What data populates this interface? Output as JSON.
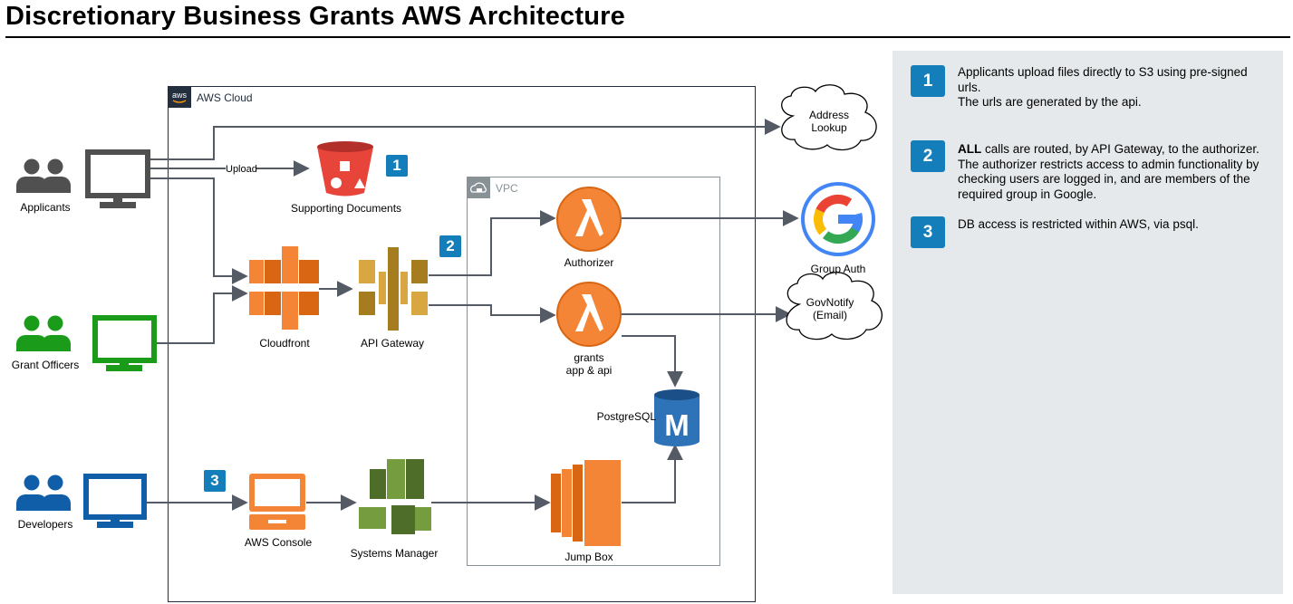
{
  "title": "Discretionary Business Grants AWS Architecture",
  "groups": {
    "aws_cloud": "AWS Cloud",
    "vpc": "VPC"
  },
  "actors": {
    "applicants": "Applicants",
    "grant_officers": "Grant Officers",
    "developers": "Developers"
  },
  "services": {
    "supporting_documents": "Supporting Documents",
    "cloudfront": "Cloudfront",
    "api_gateway": "API Gateway",
    "authorizer": "Authorizer",
    "grants_app_line1": "grants",
    "grants_app_line2": "app & api",
    "postgresql": "PostgreSQL",
    "aws_console": "AWS Console",
    "systems_manager": "Systems Manager",
    "jump_box": "Jump Box",
    "group_auth": "Group Auth",
    "address_lookup_line1": "Address",
    "address_lookup_line2": "Lookup",
    "govnotify_line1": "GovNotify",
    "govnotify_line2": "(Email)"
  },
  "edges": {
    "upload": "Upload"
  },
  "badges": [
    "1",
    "2",
    "3"
  ],
  "notes": [
    {
      "num": "1",
      "lines": [
        "Applicants upload files directly to S3 using pre-signed",
        "urls.",
        "The urls are generated by the api."
      ]
    },
    {
      "num": "2",
      "bold": "ALL",
      "first": " calls are routed, by API Gateway, to the authorizer.",
      "lines": [
        "The authorizer restricts access to admin functionality by",
        "checking users are logged in, and are members of the",
        "required group in Google."
      ]
    },
    {
      "num": "3",
      "lines": [
        "DB access is restricted within AWS, via psql."
      ]
    }
  ],
  "colors": {
    "applicants": "#505050",
    "grant_officers": "#1a9c1a",
    "developers": "#105ea8",
    "s3": "#e7443a",
    "cloudfront": "#f58536",
    "api_gateway": "#d9a741",
    "lambda": "#f58536",
    "rds": "#2e73b8",
    "systems_manager": "#759c3e",
    "badge": "#147eba",
    "panel": "#e6e9eb",
    "edge": "#545b64"
  }
}
